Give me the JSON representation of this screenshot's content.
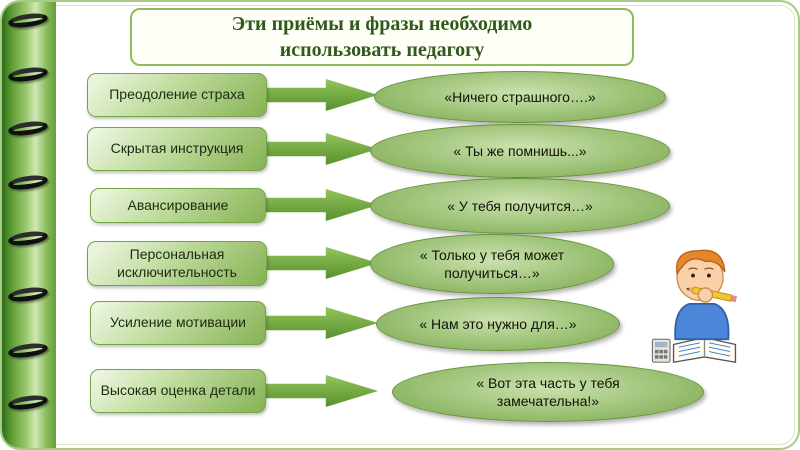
{
  "slide": {
    "title_line1": "Эти приёмы и  фразы необходимо",
    "title_line2": "использовать педагогу"
  },
  "rows": [
    {
      "label": "Преодоление страха",
      "phrase": "«Ничего страшного….»"
    },
    {
      "label": "Скрытая инструкция",
      "phrase": "« Ты же помнишь...»"
    },
    {
      "label": "Авансирование",
      "phrase": "« У тебя получится…»"
    },
    {
      "label": "Персональная исключительность",
      "phrase": "« Только у тебя может получиться…»"
    },
    {
      "label": "Усиление мотивации",
      "phrase": "« Нам это нужно для…»"
    },
    {
      "label": "Высокая оценка детали",
      "phrase": "« Вот эта часть у тебя замечательна!»"
    }
  ],
  "icons": {
    "arrow": "block-arrow-right",
    "spiral_ring": "notebook-spiral-ring",
    "clipart": "thinking-student-with-pencil-book-calculator"
  },
  "theme": {
    "accent_green": "#6aa84f",
    "light_green": "#c4dfa4",
    "title_color": "#2f5a1a",
    "text_color": "#101408"
  }
}
